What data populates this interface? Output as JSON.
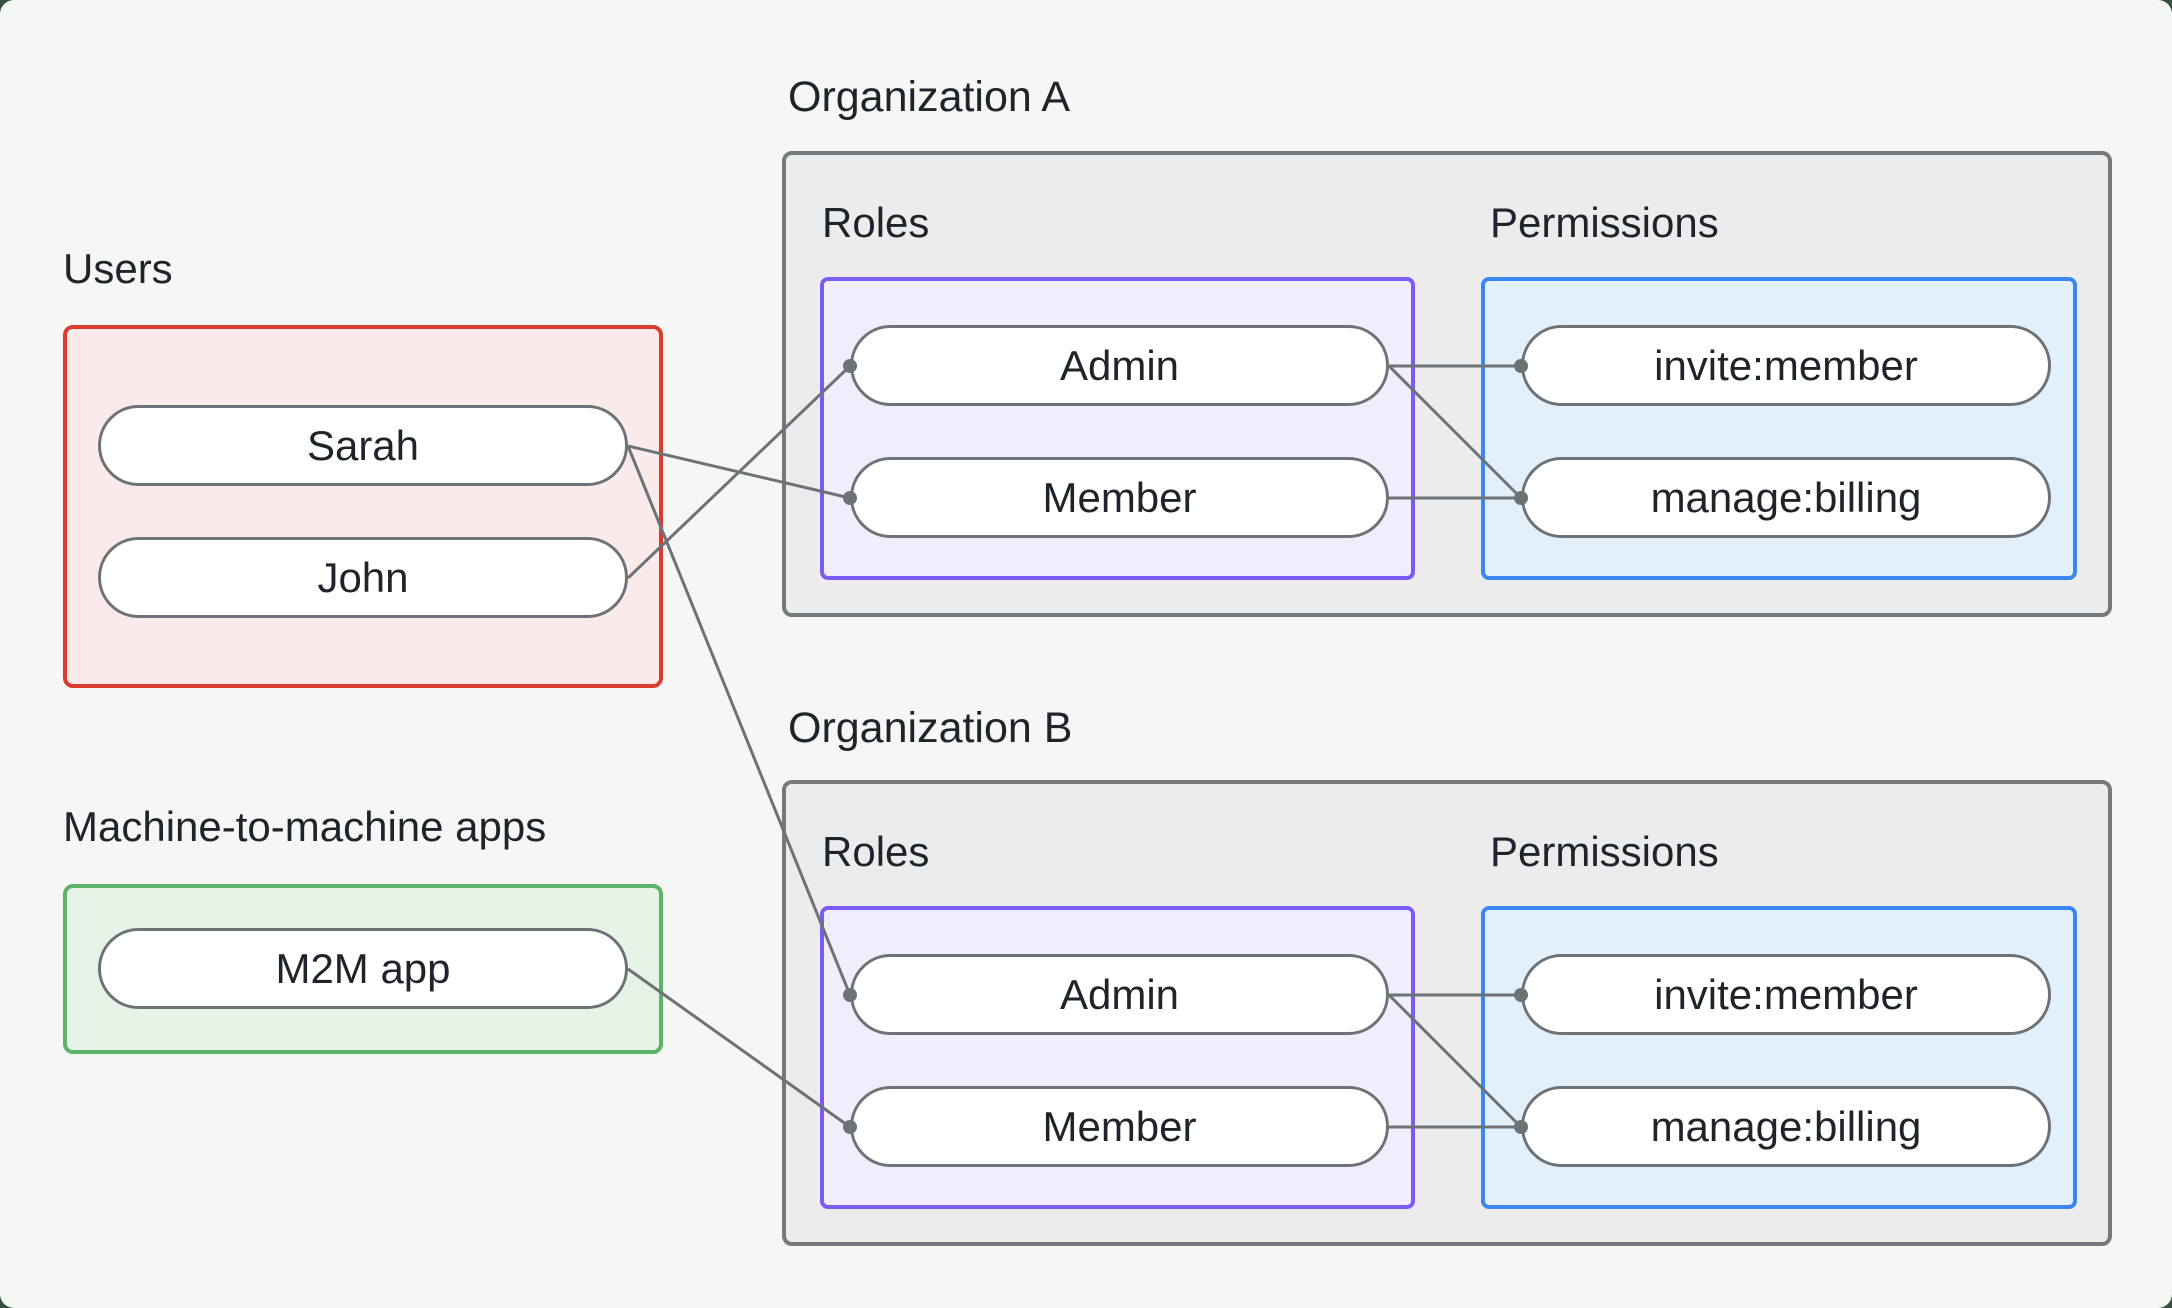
{
  "diagram": {
    "users_group": {
      "label": "Users",
      "items": [
        {
          "id": "sarah",
          "label": "Sarah"
        },
        {
          "id": "john",
          "label": "John"
        }
      ]
    },
    "m2m_group": {
      "label": "Machine-to-machine apps",
      "items": [
        {
          "id": "m2m",
          "label": "M2M app"
        }
      ]
    },
    "organizations": [
      {
        "id": "orgA",
        "title": "Organization A",
        "roles_label": "Roles",
        "permissions_label": "Permissions",
        "roles": [
          {
            "id": "admin",
            "label": "Admin"
          },
          {
            "id": "member",
            "label": "Member"
          }
        ],
        "permissions": [
          {
            "id": "invite",
            "label": "invite:member"
          },
          {
            "id": "manage",
            "label": "manage:billing"
          }
        ]
      },
      {
        "id": "orgB",
        "title": "Organization B",
        "roles_label": "Roles",
        "permissions_label": "Permissions",
        "roles": [
          {
            "id": "admin",
            "label": "Admin"
          },
          {
            "id": "member",
            "label": "Member"
          }
        ],
        "permissions": [
          {
            "id": "invite",
            "label": "invite:member"
          },
          {
            "id": "manage",
            "label": "manage:billing"
          }
        ]
      }
    ],
    "connections": [
      {
        "from": "sarah",
        "to": "orgA.member"
      },
      {
        "from": "john",
        "to": "orgA.admin"
      },
      {
        "from": "sarah",
        "to": "orgB.admin"
      },
      {
        "from": "m2m",
        "to": "orgB.member"
      },
      {
        "from": "orgA.admin",
        "to": "orgA.invite"
      },
      {
        "from": "orgA.admin",
        "to": "orgA.manage"
      },
      {
        "from": "orgA.member",
        "to": "orgA.manage"
      },
      {
        "from": "orgB.admin",
        "to": "orgB.invite"
      },
      {
        "from": "orgB.admin",
        "to": "orgB.manage"
      },
      {
        "from": "orgB.member",
        "to": "orgB.manage"
      }
    ],
    "colors": {
      "frame": "#34523e",
      "background": "#f4f7f4",
      "org_box_bg": "#ececec",
      "org_box_border": "#75797c",
      "users_box_border": "#dc3b30",
      "users_box_bg": "#fbeaea",
      "m2m_box_border": "#5fb269",
      "m2m_box_bg": "#e6f3e7",
      "roles_box_border": "#7b5bf6",
      "roles_box_bg": "#f2edfc",
      "permissions_box_border": "#3c86f4",
      "permissions_box_bg": "#e2f0fc",
      "node_border": "#6d7277",
      "node_bg": "#ffffff",
      "edge": "#6d7277",
      "text": "#1f242a"
    }
  }
}
